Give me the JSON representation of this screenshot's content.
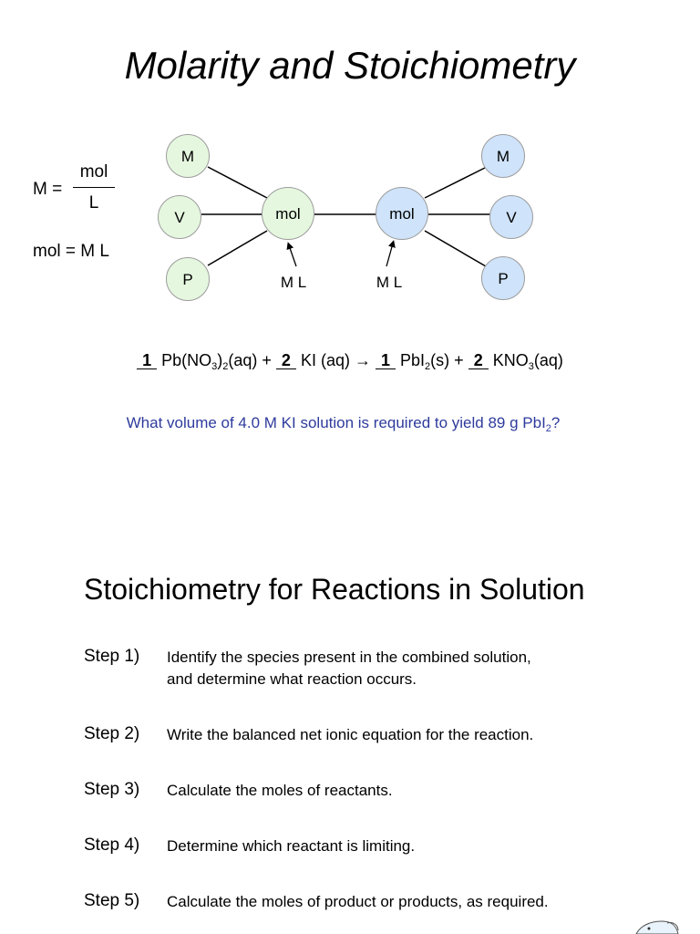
{
  "title": "Molarity and Stoichiometry",
  "formulas": {
    "molarity_lhs": "M =",
    "numerator": "mol",
    "denominator": "L",
    "moles": "mol = M L"
  },
  "diagram": {
    "left_nodes": [
      "M",
      "V",
      "P"
    ],
    "left_center": "mol",
    "left_arrow_label": "M L",
    "right_center": "mol",
    "right_arrow_label": "M L",
    "right_nodes": [
      "M",
      "V",
      "P"
    ],
    "colors": {
      "left_fill": "#e5f7df",
      "right_fill": "#cfe3fa",
      "stroke": "#9c9c9c"
    }
  },
  "equation": {
    "coef1": "1",
    "reactant1": "Pb(NO",
    "reactant1_sub": "3",
    "reactant1_close": ")",
    "reactant1_sub2": "2",
    "reactant1_state": "(aq) +",
    "coef2": "2",
    "reactant2": "KI (aq) →",
    "coef3": "1",
    "product1": "PbI",
    "product1_sub": "2",
    "product1_state": "(s) +",
    "coef4": "2",
    "product2": "KNO",
    "product2_sub": "3",
    "product2_state": "(aq)"
  },
  "question": {
    "text": "What volume of 4.0 M KI solution is required to yield 89 g PbI",
    "sub": "2",
    "end": "?",
    "color": "#2e3b9c"
  },
  "section_title": "Stoichiometry for Reactions in Solution",
  "steps": [
    {
      "number": "Step 1)",
      "line1": "Identify the species present in the combined solution,",
      "line2": "and determine what reaction occurs."
    },
    {
      "number": "Step 2)",
      "line1": "Write the balanced net ionic equation for the reaction."
    },
    {
      "number": "Step 3)",
      "line1": "Calculate the moles of reactants."
    },
    {
      "number": "Step 4)",
      "line1": "Determine which reactant is limiting."
    },
    {
      "number": "Step 5)",
      "line1": "Calculate the moles of product or products, as required."
    }
  ]
}
